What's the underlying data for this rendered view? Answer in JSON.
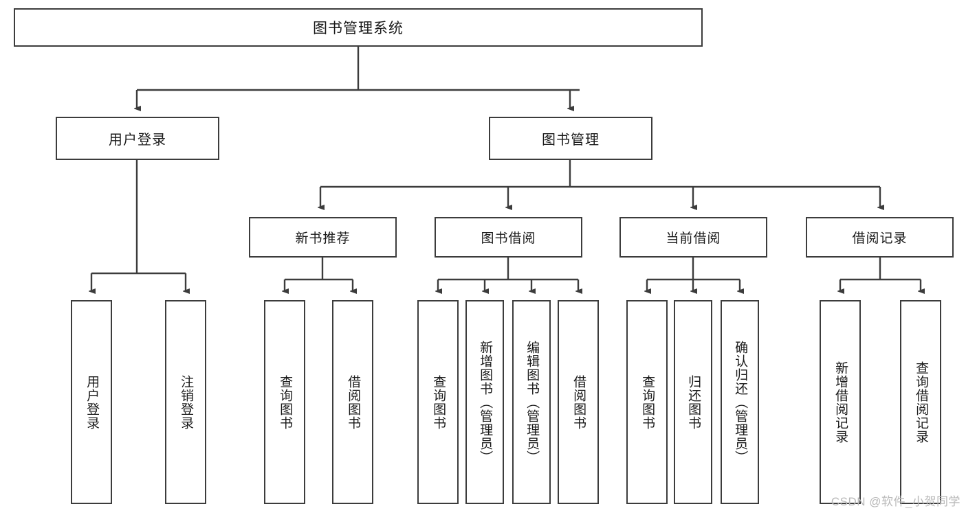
{
  "diagram": {
    "title": "图书管理系统",
    "type": "tree-hierarchy",
    "watermark": "CSDN @软件_小贺同学"
  },
  "root": {
    "label": "图书管理系统"
  },
  "level2": [
    {
      "id": "user-login",
      "label": "用户登录"
    },
    {
      "id": "book-management",
      "label": "图书管理"
    }
  ],
  "level3": [
    {
      "id": "new-book-recommend",
      "label": "新书推荐"
    },
    {
      "id": "book-borrow",
      "label": "图书借阅"
    },
    {
      "id": "current-borrow",
      "label": "当前借阅"
    },
    {
      "id": "borrow-record",
      "label": "借阅记录"
    }
  ],
  "leaves": [
    {
      "id": "leaf-user-login",
      "label": "用户登录"
    },
    {
      "id": "leaf-logout-login",
      "label": "注销登录"
    },
    {
      "id": "leaf-query-book-1",
      "label": "查询图书"
    },
    {
      "id": "leaf-borrow-book-1",
      "label": "借阅图书"
    },
    {
      "id": "leaf-query-book-2",
      "label": "查询图书"
    },
    {
      "id": "leaf-add-book-admin",
      "label": "新增图书（管理员）"
    },
    {
      "id": "leaf-edit-book-admin",
      "label": "编辑图书（管理员）"
    },
    {
      "id": "leaf-borrow-book-2",
      "label": "借阅图书"
    },
    {
      "id": "leaf-query-book-3",
      "label": "查询图书"
    },
    {
      "id": "leaf-return-book",
      "label": "归还图书"
    },
    {
      "id": "leaf-confirm-return-admin",
      "label": "确认归还（管理员）"
    },
    {
      "id": "leaf-add-borrow-record",
      "label": "新增借阅记录"
    },
    {
      "id": "leaf-query-borrow-record",
      "label": "查询借阅记录"
    }
  ],
  "colors": {
    "stroke": "#3c3c3c",
    "fill": "#ffffff",
    "text": "#1a1a1a",
    "watermark": "#b9b9b9"
  }
}
